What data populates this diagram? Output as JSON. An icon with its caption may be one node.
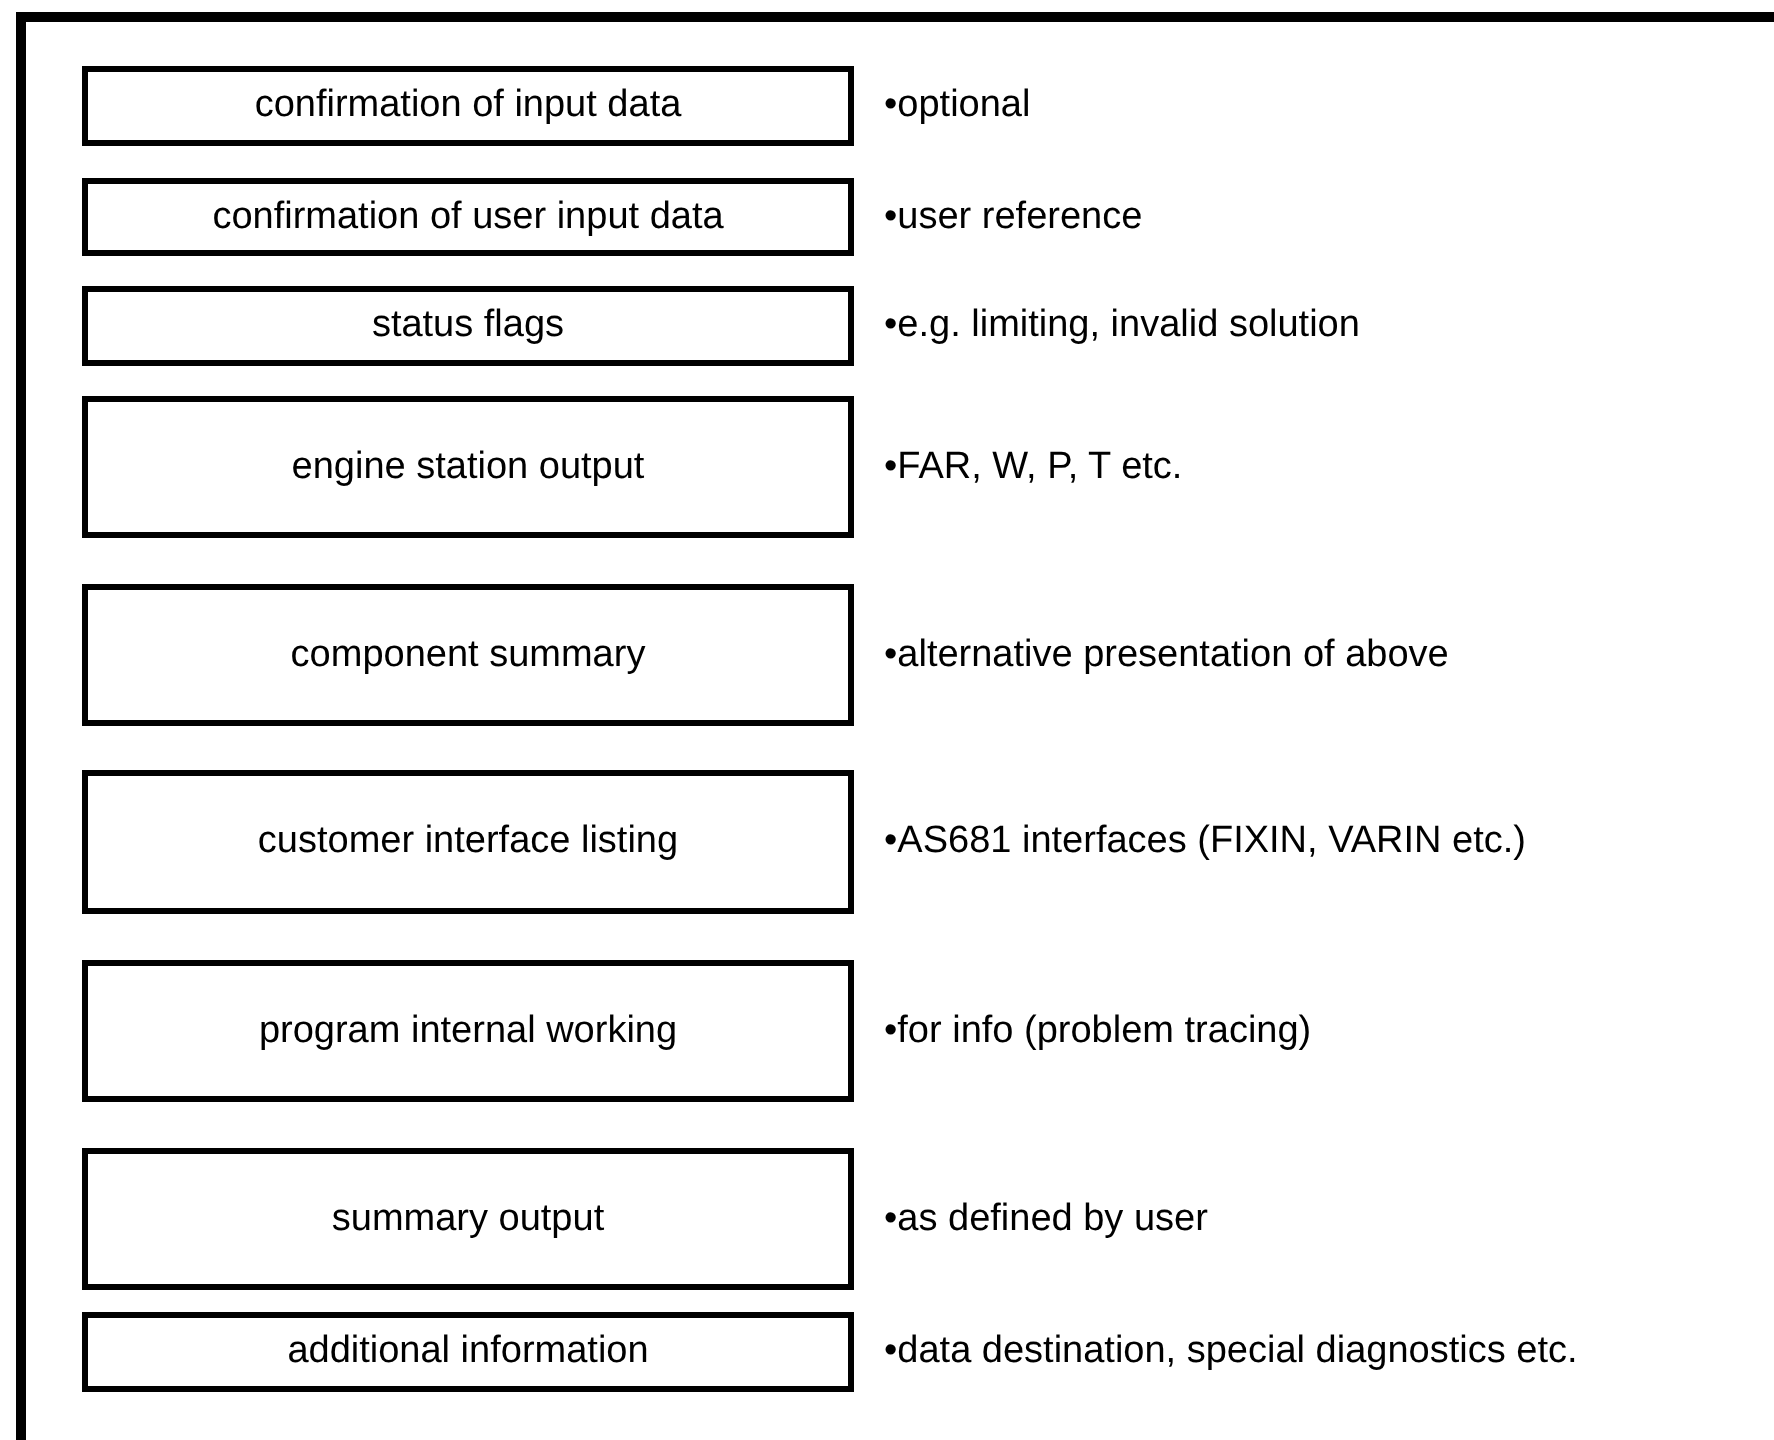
{
  "diagram": {
    "nodes": [
      {
        "text": [
          "confirmation of input data"
        ],
        "beside": [
          "•optional"
        ]
      },
      {
        "text": [
          "confirmation of user input data"
        ],
        "beside": [
          "•user reference"
        ]
      },
      {
        "text": [
          "status flags"
        ],
        "beside": [
          "•e.g. limiting, invalid solution"
        ]
      },
      {
        "text": [
          "engine station output"
        ],
        "beside": [
          "•FAR, W, P, T etc."
        ]
      },
      {
        "text": [
          "component summary"
        ],
        "beside": [
          "•alternative presentation of above"
        ]
      },
      {
        "text": [
          "customer interface listing"
        ],
        "beside": [
          "•AS681 interfaces (FIXIN, VARIN etc.)"
        ]
      },
      {
        "text": [
          "program internal working"
        ],
        "beside": [
          "•for info (problem tracing)"
        ]
      },
      {
        "text": [
          "summary output"
        ],
        "beside": [
          "•as defined by user"
        ]
      },
      {
        "text": [
          "additional information"
        ],
        "beside": [
          "•data destination, special diagnostics etc."
        ]
      }
    ]
  }
}
